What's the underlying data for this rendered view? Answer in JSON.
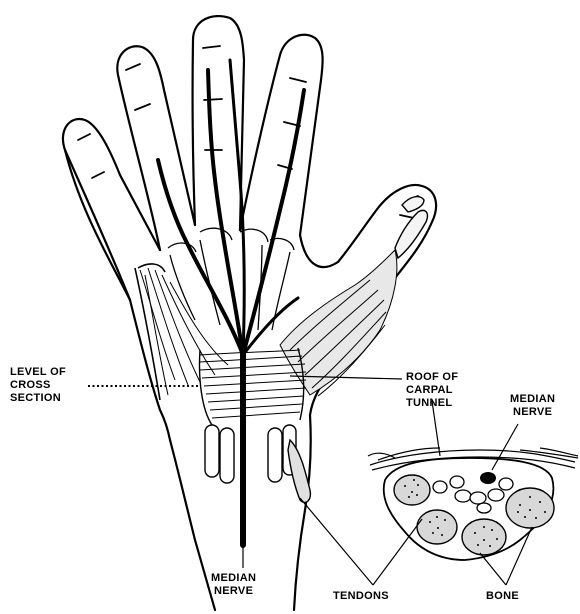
{
  "labels": {
    "level_of_cross_section": [
      "LEVEL OF",
      "CROSS",
      "SECTION"
    ],
    "roof_of_carpal_tunnel": [
      "ROOF OF",
      "CARPAL",
      "TUNNEL"
    ],
    "median_nerve_section": [
      "MEDIAN",
      "NERVE"
    ],
    "median_nerve_hand": [
      "MEDIAN",
      "NERVE"
    ],
    "tendons": "TENDONS",
    "bone": "BONE"
  }
}
